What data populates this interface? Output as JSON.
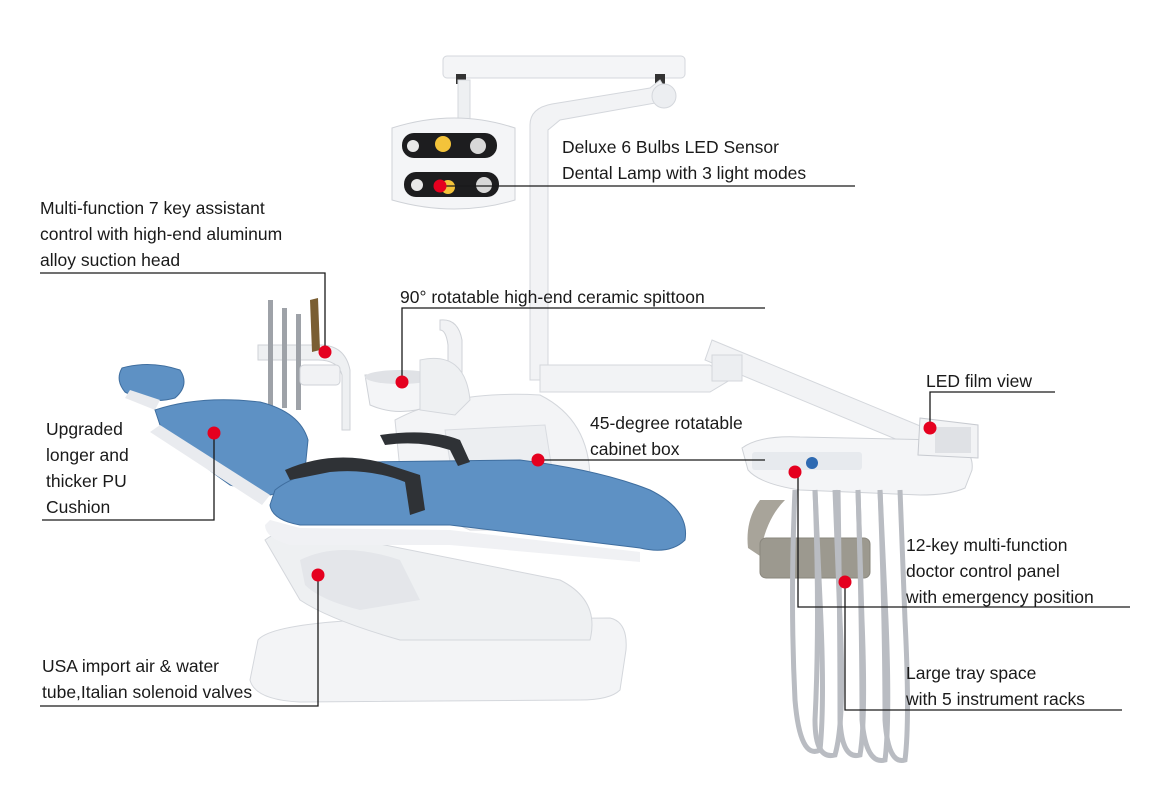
{
  "colors": {
    "cushion": "#5e91c4",
    "cushion_dark": "#4a7bb0",
    "body": "#f2f3f5",
    "body_shadow": "#d9dce1",
    "marker": "#e5001f",
    "leader": "#1a1a1a",
    "hose": "#b9bcc2"
  },
  "callouts": {
    "lamp": {
      "lines": [
        "Deluxe 6 Bulbs LED Sensor",
        "Dental Lamp with 3 light modes"
      ]
    },
    "assistant": {
      "lines": [
        "Multi-function 7 key assistant",
        "control with high-end aluminum",
        "alloy suction head"
      ]
    },
    "spittoon": {
      "lines": [
        "90° rotatable high-end ceramic spittoon"
      ]
    },
    "film": {
      "lines": [
        "LED film view"
      ]
    },
    "cushion": {
      "lines": [
        "Upgraded",
        "longer and",
        "thicker PU",
        "Cushion"
      ]
    },
    "cabinet": {
      "lines": [
        "45-degree rotatable",
        "cabinet box"
      ]
    },
    "panel": {
      "lines": [
        "12-key multi-function",
        "doctor control panel",
        "with emergency position"
      ]
    },
    "tray": {
      "lines": [
        "Large tray space",
        "with 5 instrument racks"
      ]
    },
    "tube": {
      "lines": [
        "USA import air & water",
        "tube,Italian solenoid valves"
      ]
    }
  }
}
